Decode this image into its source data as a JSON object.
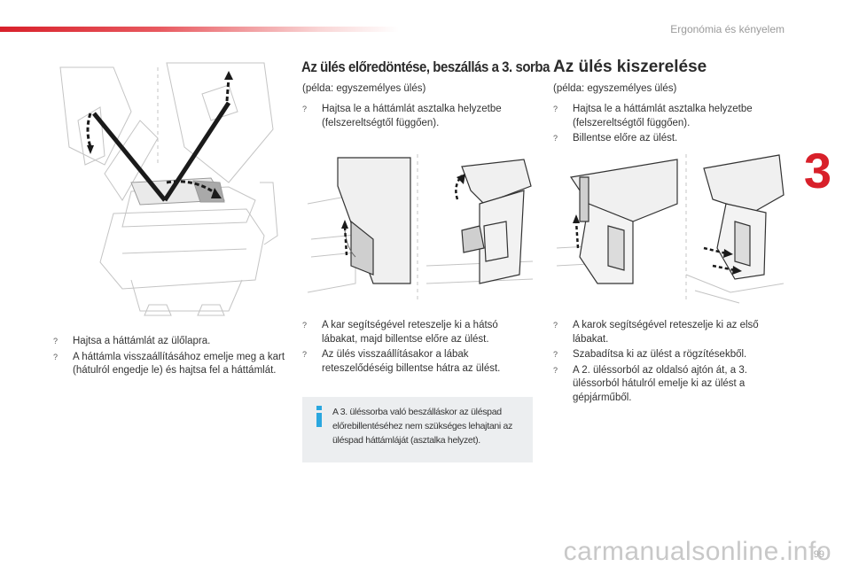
{
  "header": {
    "chapter_title": "Ergonómia és kényelem",
    "chapter_number": "3"
  },
  "left_column": {
    "steps": [
      "Hajtsa a háttámlát az ülőlapra.",
      "A háttámla visszaállításához emelje meg a kart (hátulról engedje le) és hajtsa fel a háttámlát."
    ]
  },
  "middle_column": {
    "title": "Az ülés előredöntése, beszállás a 3. sorba",
    "example": "(példa: egyszemélyes ülés)",
    "steps_top": [
      "Hajtsa le a háttámlát asztalka helyzetbe (felszereltségtől függően)."
    ],
    "steps_bottom": [
      "A kar segítségével reteszelje ki a hátsó lábakat, majd billentse előre az ülést.",
      "Az ülés visszaállításakor a lábak reteszelődéséig billentse hátra az ülést."
    ],
    "info_text": "A 3. üléssorba való beszálláskor az ülés­pad előrebillentéséhez nem szükséges lehajtani az üléspad háttámláját (asztalka helyzet)."
  },
  "right_column": {
    "title": "Az ülés kiszerelése",
    "example": "(példa: egyszemélyes ülés)",
    "steps_top": [
      "Hajtsa le a háttámlát asztalka helyzetbe (felszereltségtől függően).",
      "Billentse előre az ülést."
    ],
    "steps_bottom": [
      "A karok segítségével reteszelje ki az első lábakat.",
      "Szabadítsa ki az ülést a rögzítésekből.",
      "A 2. üléssorból az oldalsó ajtón át, a 3. üléssorból hátulról emelje ki az ülést a gépjárműből."
    ]
  },
  "footer": {
    "page_number": "99",
    "watermark": "carmanualsonline.info"
  },
  "icons": {
    "bullet": "square-bullet-icon",
    "info": "info-icon"
  },
  "colors": {
    "accent": "#d8202a",
    "info_bg": "#eceef0",
    "info_icon": "#2aa7df"
  }
}
